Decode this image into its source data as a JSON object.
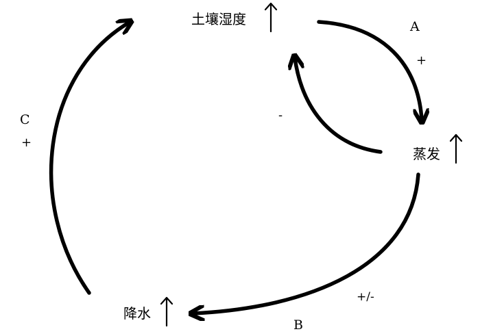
{
  "nodes": {
    "soil_moisture": "土壤湿度",
    "evaporation": "蒸发",
    "precipitation": "降水"
  },
  "labels": {
    "a": "A",
    "a_sign": "+",
    "b": "B",
    "b_sign": "+/-",
    "c": "C",
    "c_sign": "+",
    "feedback_sign": "-"
  },
  "colors": {
    "stroke": "#000000",
    "background": "#ffffff"
  }
}
